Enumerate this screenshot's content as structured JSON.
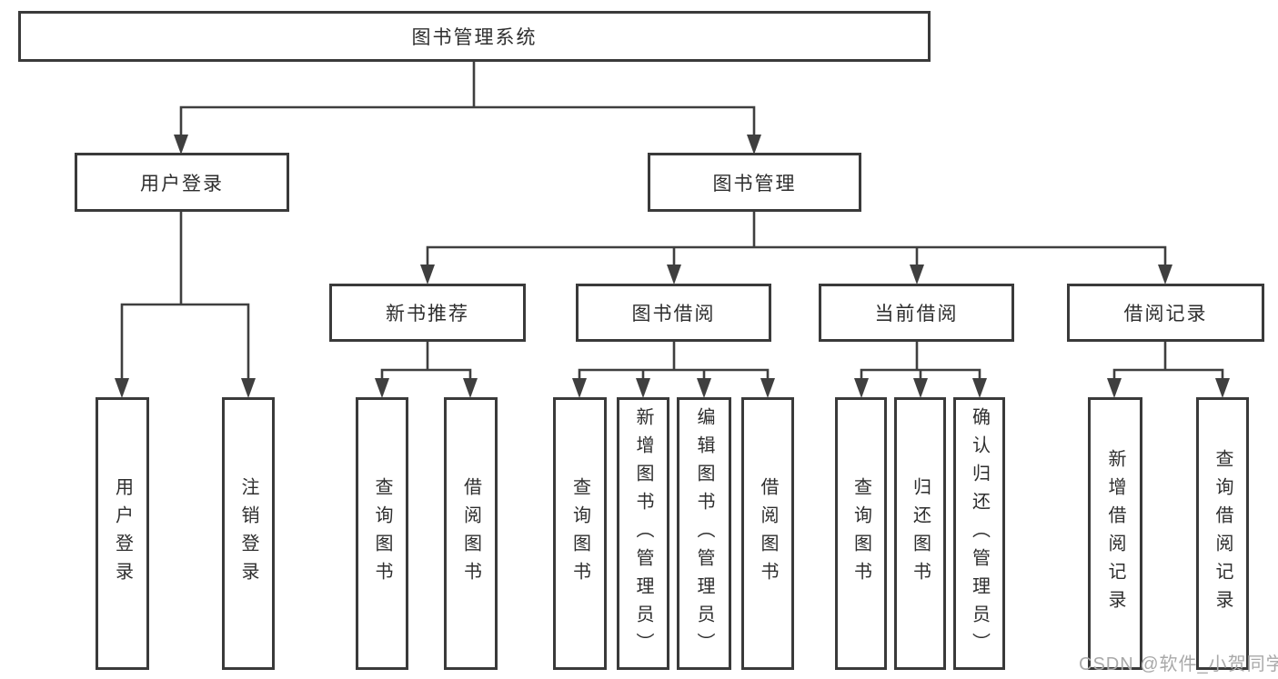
{
  "colors": {
    "line": "#3f3f3f",
    "border": "#3a3a3a",
    "text": "#2e2e2e",
    "watermark": "#a9a9a9",
    "background": "#ffffff"
  },
  "watermark": "CSDN @软件_小贺同学",
  "tree": {
    "root": {
      "label": "图书管理系统"
    },
    "branches": [
      {
        "label": "用户登录",
        "children": [
          {
            "label": "用户登录"
          },
          {
            "label": "注销登录"
          }
        ]
      },
      {
        "label": "图书管理",
        "children": [
          {
            "label": "新书推荐",
            "children": [
              {
                "label": "查询图书"
              },
              {
                "label": "借阅图书"
              }
            ]
          },
          {
            "label": "图书借阅",
            "children": [
              {
                "label": "查询图书"
              },
              {
                "label": "新增图书（管理员）"
              },
              {
                "label": "编辑图书（管理员）"
              },
              {
                "label": "借阅图书"
              }
            ]
          },
          {
            "label": "当前借阅",
            "children": [
              {
                "label": "查询图书"
              },
              {
                "label": "归还图书"
              },
              {
                "label": "确认归还（管理员）"
              }
            ]
          },
          {
            "label": "借阅记录",
            "children": [
              {
                "label": "新增借阅记录"
              },
              {
                "label": "查询借阅记录"
              }
            ]
          }
        ]
      }
    ]
  }
}
